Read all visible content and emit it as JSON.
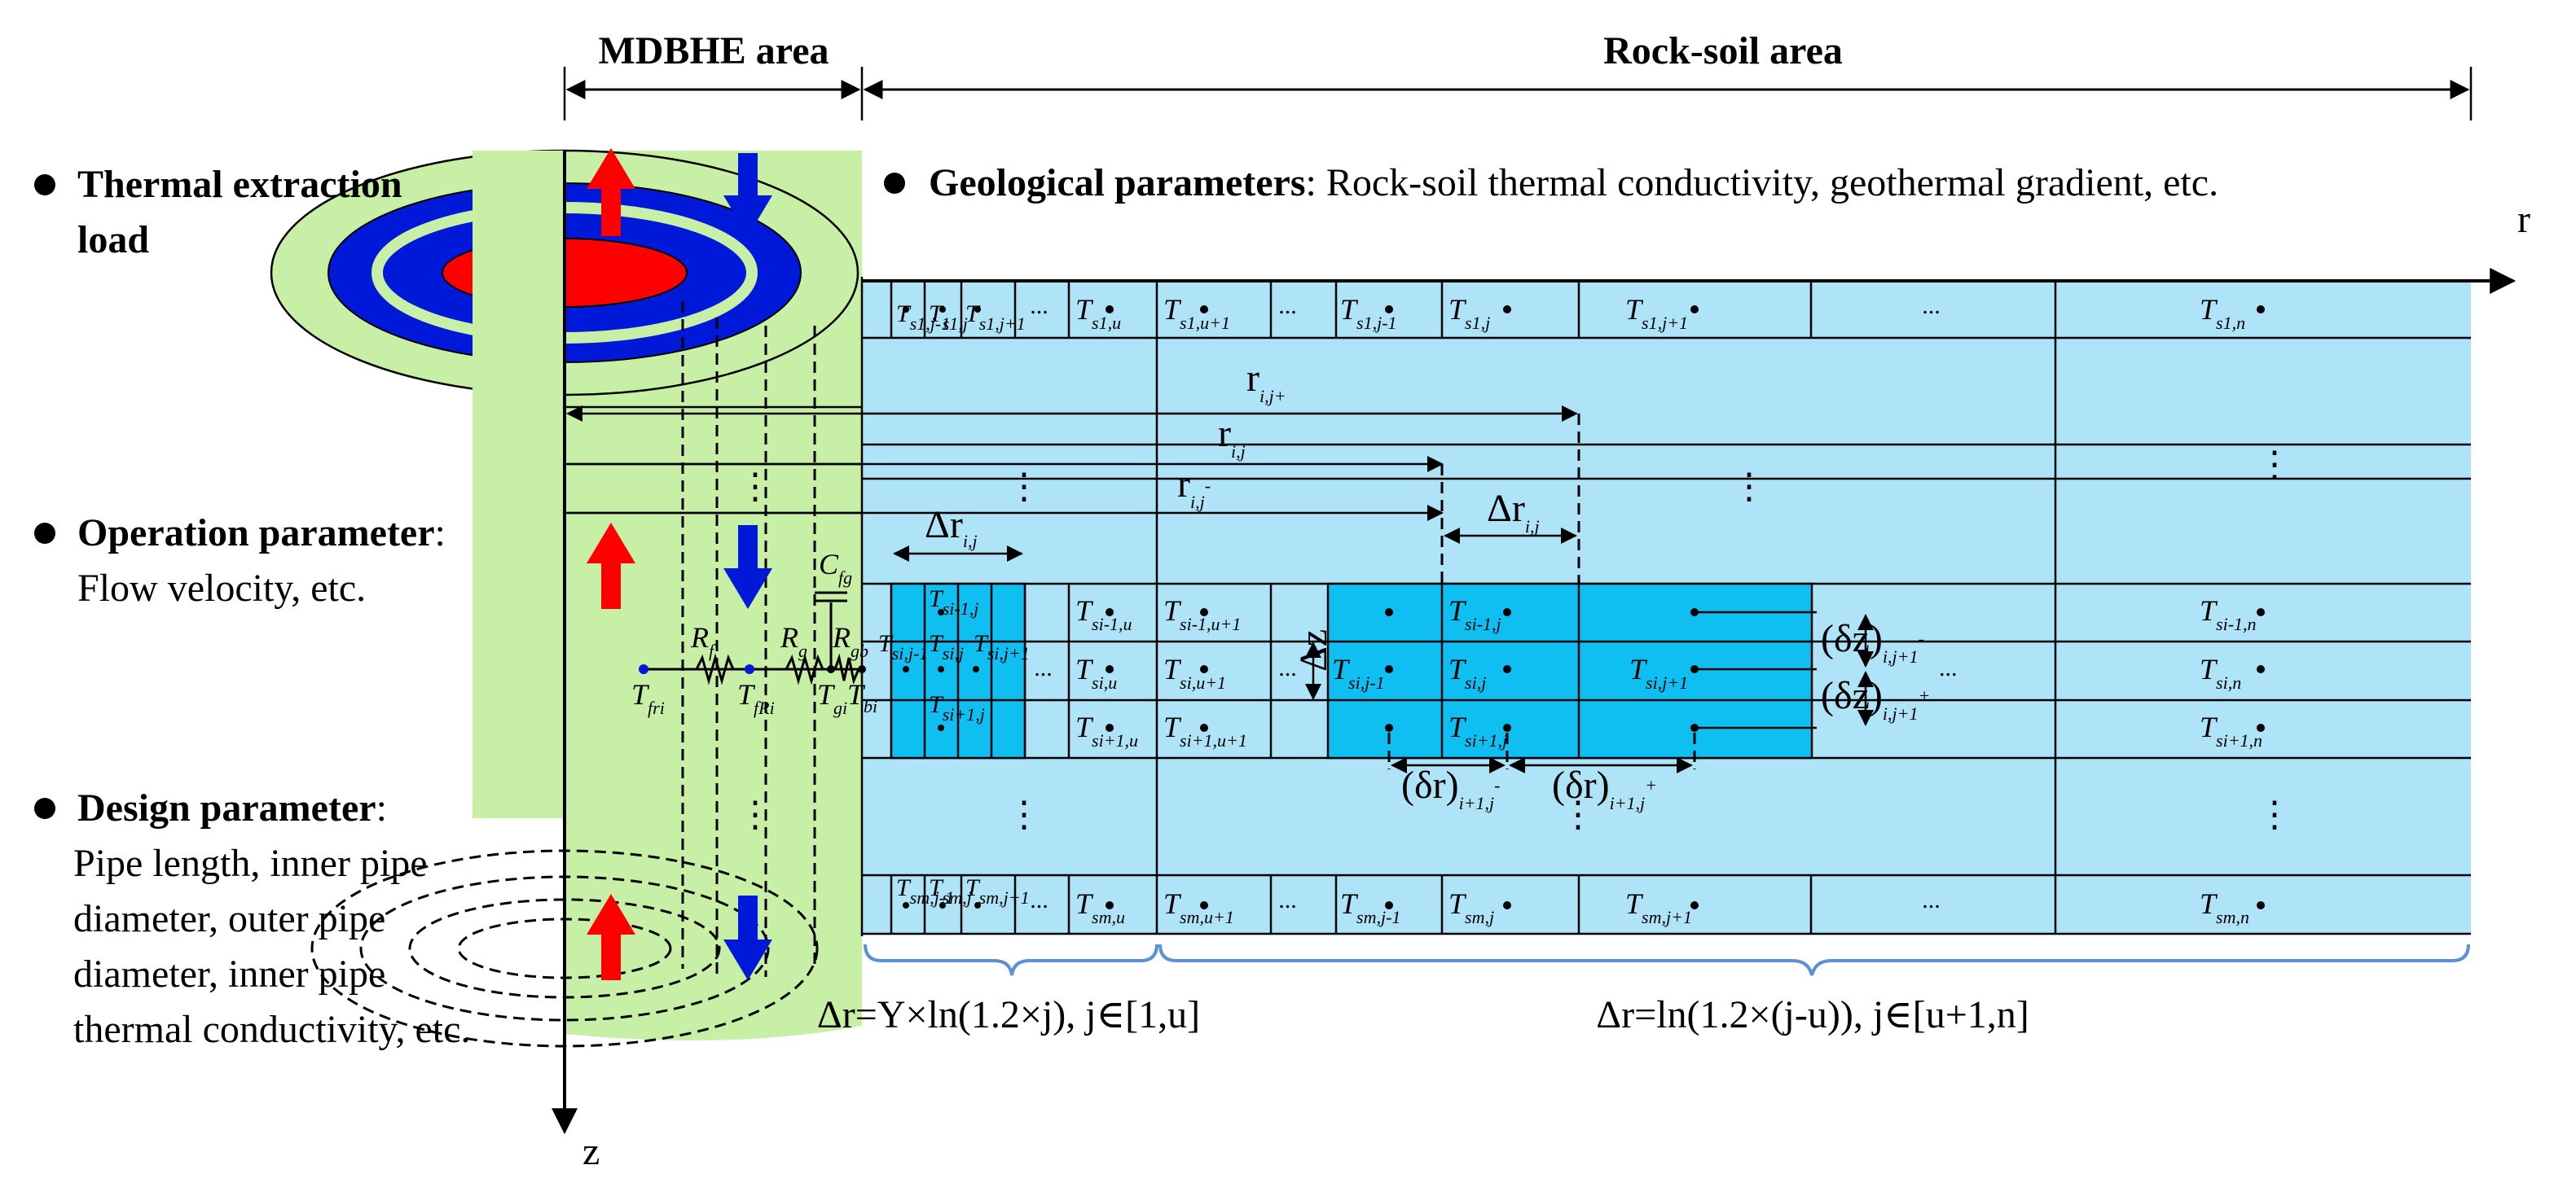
{
  "headers": {
    "mdbhe": "MDBHE area",
    "rock_soil": "Rock-soil area"
  },
  "axes": {
    "r": "r",
    "z": "z"
  },
  "left_panel": {
    "thermal": {
      "title": "Thermal extraction",
      "title2": "load"
    },
    "operation": {
      "title": "Operation parameter",
      "colon": ":",
      "desc": "Flow velocity, etc."
    },
    "design": {
      "title": "Design parameter",
      "colon": ":",
      "lines": [
        "Pipe length, inner pipe",
        "diameter, outer pipe",
        "diameter, inner pipe",
        "thermal conductivity, etc."
      ]
    }
  },
  "geological": {
    "title": "Geological parameters",
    "desc": ": Rock-soil thermal conductivity, geothermal gradient, etc."
  },
  "rows": {
    "top": {
      "j1": {
        "b": "T",
        "s": "s1,j-1"
      },
      "j": {
        "b": "T",
        "s": "s1,j"
      },
      "j2": {
        "b": "T",
        "s": "s1,j+1"
      },
      "u": {
        "b": "T",
        "s": "s1,u"
      },
      "u1": {
        "b": "T",
        "s": "s1,u+1"
      },
      "rj1": {
        "b": "T",
        "s": "s1,j-1"
      },
      "rj": {
        "b": "T",
        "s": "s1,j"
      },
      "rj2": {
        "b": "T",
        "s": "s1,j+1"
      },
      "n": {
        "b": "T",
        "s": "s1,n"
      }
    },
    "bottom": {
      "j1": {
        "b": "T",
        "s": "sm,j-1"
      },
      "j": {
        "b": "T",
        "s": "sm,j"
      },
      "j2": {
        "b": "T",
        "s": "sm,j+1"
      },
      "u": {
        "b": "T",
        "s": "sm,u"
      },
      "u1": {
        "b": "T",
        "s": "sm,u+1"
      },
      "rj1": {
        "b": "T",
        "s": "sm,j-1"
      },
      "rj": {
        "b": "T",
        "s": "sm,j"
      },
      "rj2": {
        "b": "T",
        "s": "sm,j+1"
      },
      "n": {
        "b": "T",
        "s": "sm,n"
      }
    },
    "mid_left": {
      "a": {
        "b": "T",
        "s": "si-1,j"
      },
      "b": {
        "b": "T",
        "s": "si,j-1"
      },
      "c": {
        "b": "T",
        "s": "si,j"
      },
      "d": {
        "b": "T",
        "s": "si,j+1"
      },
      "e": {
        "b": "T",
        "s": "si+1,j"
      }
    },
    "mid_u": [
      {
        "b": "T",
        "s": "si-1,u"
      },
      {
        "b": "T",
        "s": "si,u"
      },
      {
        "b": "T",
        "s": "si+1,u"
      }
    ],
    "mid_u1": [
      {
        "b": "T",
        "s": "si-1,u+1"
      },
      {
        "b": "T",
        "s": "si,u+1"
      },
      {
        "b": "T",
        "s": "si+1,u+1"
      }
    ],
    "mid_right": {
      "a": {
        "b": "T",
        "s": "si-1,j"
      },
      "b": {
        "b": "T",
        "s": "si,j-1"
      },
      "c": {
        "b": "T",
        "s": "si,j"
      },
      "d": {
        "b": "T",
        "s": "si,j+1"
      },
      "e": {
        "b": "T",
        "s": "si+1,j"
      }
    },
    "mid_n": [
      {
        "b": "T",
        "s": "si-1,n"
      },
      {
        "b": "T",
        "s": "si,n"
      },
      {
        "b": "T",
        "s": "si+1,n"
      }
    ]
  },
  "radii": {
    "r_plus": {
      "b": "r",
      "s": "i,j+"
    },
    "r": {
      "b": "r",
      "s": "i,j"
    },
    "r_minus": {
      "b": "r",
      "s": "i,j",
      "p": "-"
    },
    "dr_right": {
      "b": "Δr",
      "s": "i,j"
    },
    "dr_left": {
      "b": "Δr",
      "s": "i,j"
    },
    "dz": "Δz"
  },
  "deltas": {
    "dz_minus": {
      "b": "(δz)",
      "s": "i,j+1",
      "p": "-"
    },
    "dz_plus": {
      "b": "(δz)",
      "s": "i,j+1",
      "p": "+"
    },
    "dr_minus": {
      "b": "(δr)",
      "s": "i+1,j",
      "p": "-"
    },
    "dr_plus": {
      "b": "(δr)",
      "s": "i+1,j",
      "p": "+"
    }
  },
  "circuit": {
    "Rf": {
      "b": "R",
      "s": "f"
    },
    "Rg": {
      "b": "R",
      "s": "g"
    },
    "Rgb": {
      "b": "R",
      "s": "gb"
    },
    "Cfg": {
      "b": "C",
      "s": "fg"
    },
    "Tfri": {
      "b": "T",
      "s": "fri"
    },
    "TfRi": {
      "b": "T",
      "s": "fRi"
    },
    "Tgi": {
      "b": "T",
      "s": "gi"
    },
    "Tbi": {
      "b": "T",
      "s": "bi"
    }
  },
  "formulas": {
    "left": "Δr=Y×ln(1.2×j), j∈[1,u]",
    "right": "Δr=ln(1.2×(j-u)), j∈[u+1,n]"
  },
  "dots": "⋮",
  "hdots": "...",
  "colors": {
    "mdbhe_green": "#c7f0a6",
    "grid_light": "#aee3f8",
    "grid_dark": "#10bff2",
    "arrow_red": "#ff0000",
    "arrow_blue": "#0018d8",
    "brace_blue": "#5b8fd6"
  }
}
